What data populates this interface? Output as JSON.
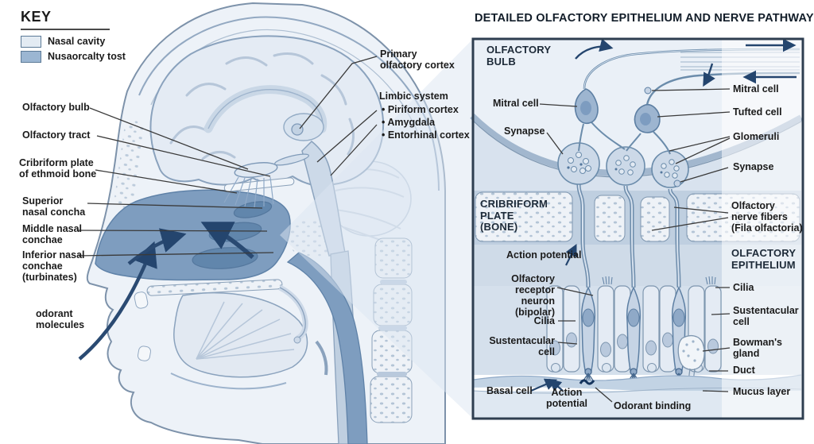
{
  "key": {
    "title": "KEY",
    "items": [
      {
        "label": "Nasal cavity",
        "color": "#e3ebf3"
      },
      {
        "label": "Nusaorcalty tost",
        "color": "#9bb6d2"
      }
    ]
  },
  "head_labels": {
    "olfactory_bulb": "Olfactory bulb",
    "olfactory_tract": "Olfactory tract",
    "cribriform_plate": "Cribriform plate\nof ethmoid bone",
    "superior_nasal_concha": "Superior\nnasal concha",
    "middle_nasal_conchae": "Middle nasal\nconchae",
    "inferior_nasal_conchae": "Inferior nasal\nconchae\n(turbinates)",
    "odorant_molecules": "odorant\nmolecules",
    "primary_olfactory_cortex": "Primary\nolfactory cortex",
    "limbic_system": "Limbic system",
    "limbic_items": [
      "• Piriform cortex",
      "• Amygdala",
      "• Entorhinal cortex"
    ]
  },
  "panel": {
    "title": "DETAILED OLFACTORY EPITHELIUM AND NERVE PATHWAY",
    "sections": {
      "bulb": "OLFACTORY\nBULB",
      "cribriform": "CRIBRIFORM\nPLATE\n(BONE)",
      "epithelium": "OLFACTORY\nEPITHELIUM"
    },
    "labels": {
      "mitral_left": "Mitral cell",
      "synapse_left": "Synapse",
      "mitral_right": "Mitral cell",
      "tufted_cell": "Tufted cell",
      "glomeruli": "Glomeruli",
      "synapse_right": "Synapse",
      "nerve_fibers": "Olfactory\nnerve fibers\n(Fila olfactoria)",
      "action_potential_mid": "Action potential",
      "receptor_neuron": "Olfactory\nreceptor\nneuron\n(bipolar)",
      "cilia_left": "Cilia",
      "sustentacular_left": "Sustentacular\ncell",
      "basal_cell": "Basal cell",
      "action_potential_bottom": "Action\npotential",
      "odorant_binding": "Odorant binding",
      "cilia_right": "Cilia",
      "sustentacular_right": "Sustentacular\ncell",
      "bowmans_gland": "Bowman's\ngland",
      "duct": "Duct",
      "mucus_layer": "Mucus layer"
    }
  },
  "colors": {
    "background": "#ffffff",
    "nasal_cavity_fill": "#7e9dbf",
    "pale_tissue": "#e7edf5",
    "outline_blue": "#5f82a8",
    "arrow_blue": "#2a4a72",
    "panel_border": "#2e3e50",
    "text": "#1b1b1b"
  }
}
